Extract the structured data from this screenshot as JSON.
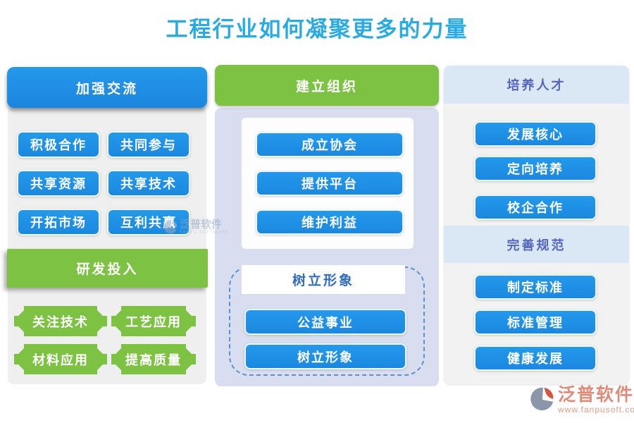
{
  "title": "工程行业如何凝聚更多的力量",
  "left": {
    "header": "加强交流",
    "buttons": [
      "积极合作",
      "共同参与",
      "共享资源",
      "共享技术",
      "开拓市场",
      "互利共赢"
    ],
    "header2": "研发投入",
    "green_buttons": [
      "关注技术",
      "工艺应用",
      "材料应用",
      "提高质量"
    ]
  },
  "middle": {
    "header": "建立组织",
    "buttons": [
      "成立协会",
      "提供平台",
      "维护利益"
    ],
    "sub_title": "树立形象",
    "sub_buttons": [
      "公益事业",
      "树立形象"
    ]
  },
  "right": {
    "header1": "培养人才",
    "buttons1": [
      "发展核心",
      "定向培养",
      "校企合作"
    ],
    "header2": "完善规范",
    "buttons2": [
      "制定标准",
      "标准管理",
      "健康发展"
    ]
  },
  "watermark": {
    "text": "泛普软件",
    "subtext": "FANPU SOFTWARE"
  },
  "logo": {
    "name": "泛普软件",
    "url": "www.fanpusoft.com"
  },
  "colors": {
    "title_blue": "#29ABE2",
    "button_blue": "#1E8FE6",
    "green": "#7DC242",
    "panel_gray": "#EFEFF0",
    "panel_lavender": "#D8DEF0",
    "panel_light": "#F2F2F2",
    "band_blue": "#DAE8F6",
    "band_text": "#5565BE",
    "dashed_border": "#5B8FD4",
    "logo_red": "#DE8B77"
  }
}
